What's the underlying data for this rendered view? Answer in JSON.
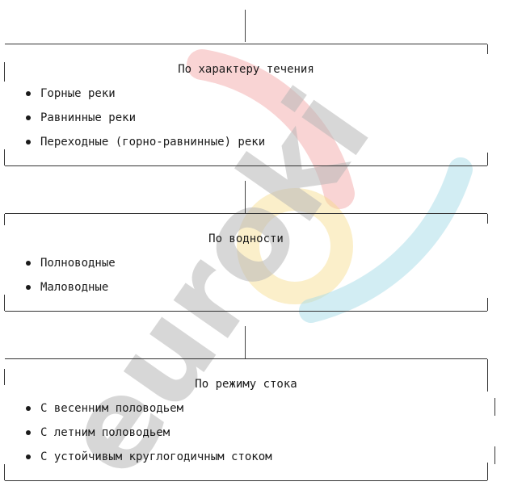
{
  "watermark": {
    "text": "euroki",
    "colors": {
      "letters": "#b8b8b8",
      "arc_red": "#f2a0a0",
      "arc_yellow": "#f7dc8a",
      "arc_blue": "#a6dbe8"
    }
  },
  "sections": [
    {
      "title": "По характеру течения",
      "items": [
        "Горные реки",
        "Равнинные реки",
        "Переходные (горно-равнинные) реки"
      ]
    },
    {
      "title": "По водности",
      "items": [
        "Полноводные",
        "Маловодные"
      ]
    },
    {
      "title": "По режиму стока",
      "items": [
        "С весенним половодьем",
        "С летним половодьем",
        "С устойчивым круглогодичным стоком"
      ]
    }
  ]
}
